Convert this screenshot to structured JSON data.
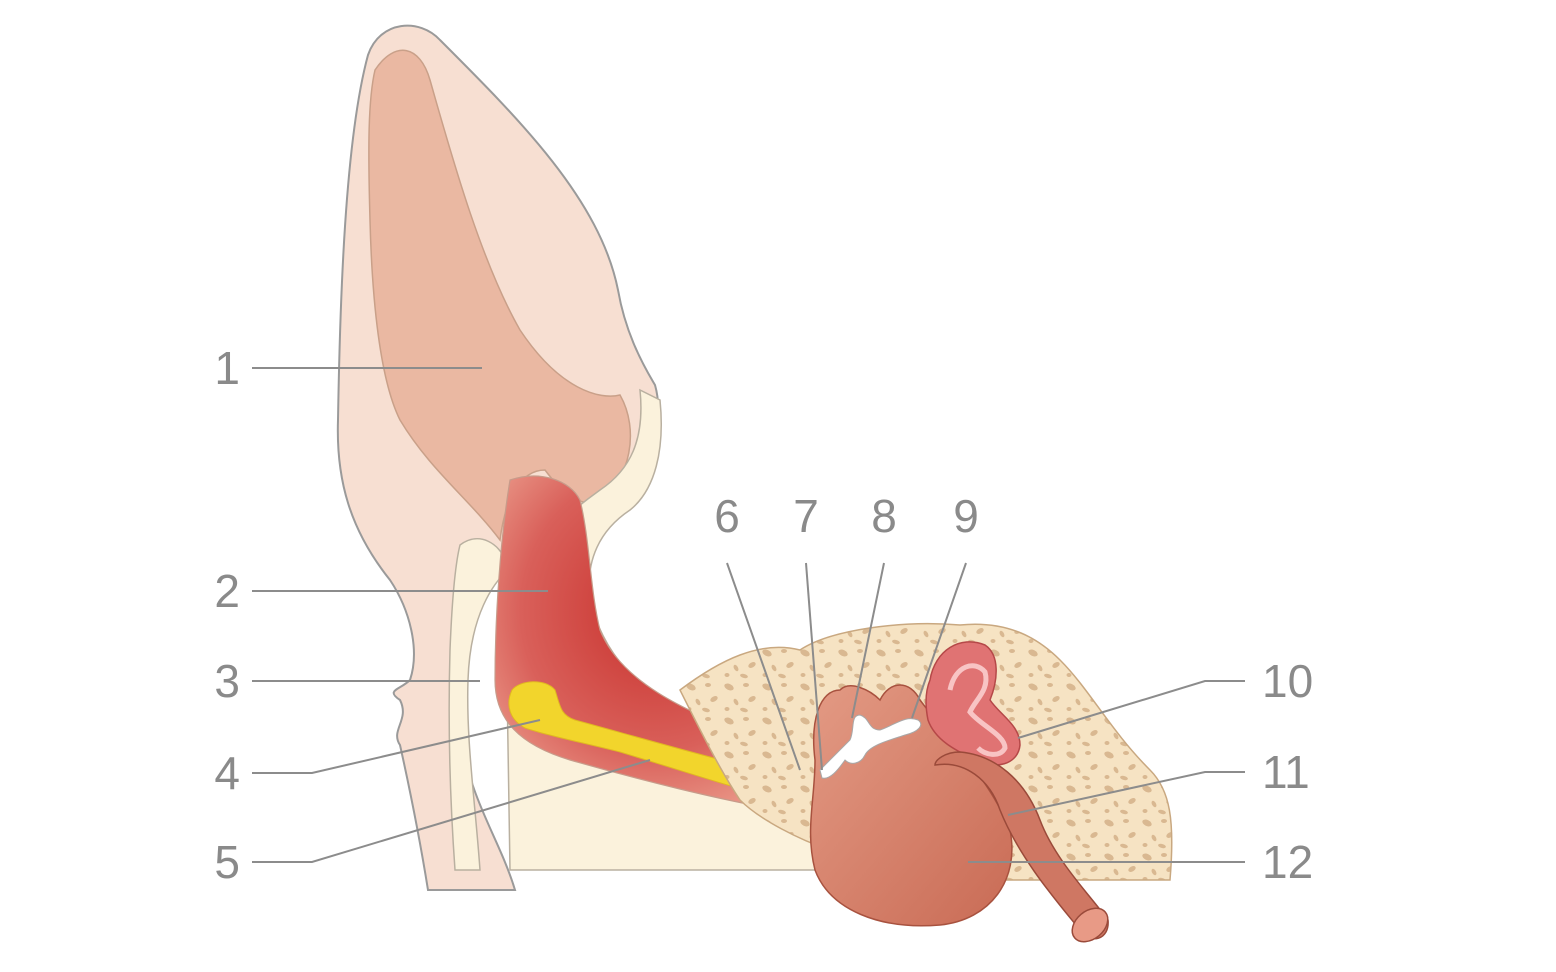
{
  "labels": [
    {
      "id": "1",
      "text": "1"
    },
    {
      "id": "2",
      "text": "2"
    },
    {
      "id": "3",
      "text": "3"
    },
    {
      "id": "4",
      "text": "4"
    },
    {
      "id": "5",
      "text": "5"
    },
    {
      "id": "6",
      "text": "6"
    },
    {
      "id": "7",
      "text": "7"
    },
    {
      "id": "8",
      "text": "8"
    },
    {
      "id": "9",
      "text": "9"
    },
    {
      "id": "10",
      "text": "10"
    },
    {
      "id": "11",
      "text": "11"
    },
    {
      "id": "12",
      "text": "12"
    }
  ],
  "colors": {
    "skin": "#f7dfd2",
    "pinna_inner": "#eab8a2",
    "canal": "#d45a50",
    "canal_dark": "#b8302c",
    "cartilage": "#fbf2dc",
    "bone": "#f6e3c3",
    "bone_spots": "#d9b891",
    "earwax": "#f2d52c",
    "ossicles": "#ffffff",
    "cochlea": "#e07373",
    "bulla": "#d9826b",
    "tube": "#cf7763",
    "leader": "#8c8c8c",
    "text": "#8a8a8a"
  }
}
